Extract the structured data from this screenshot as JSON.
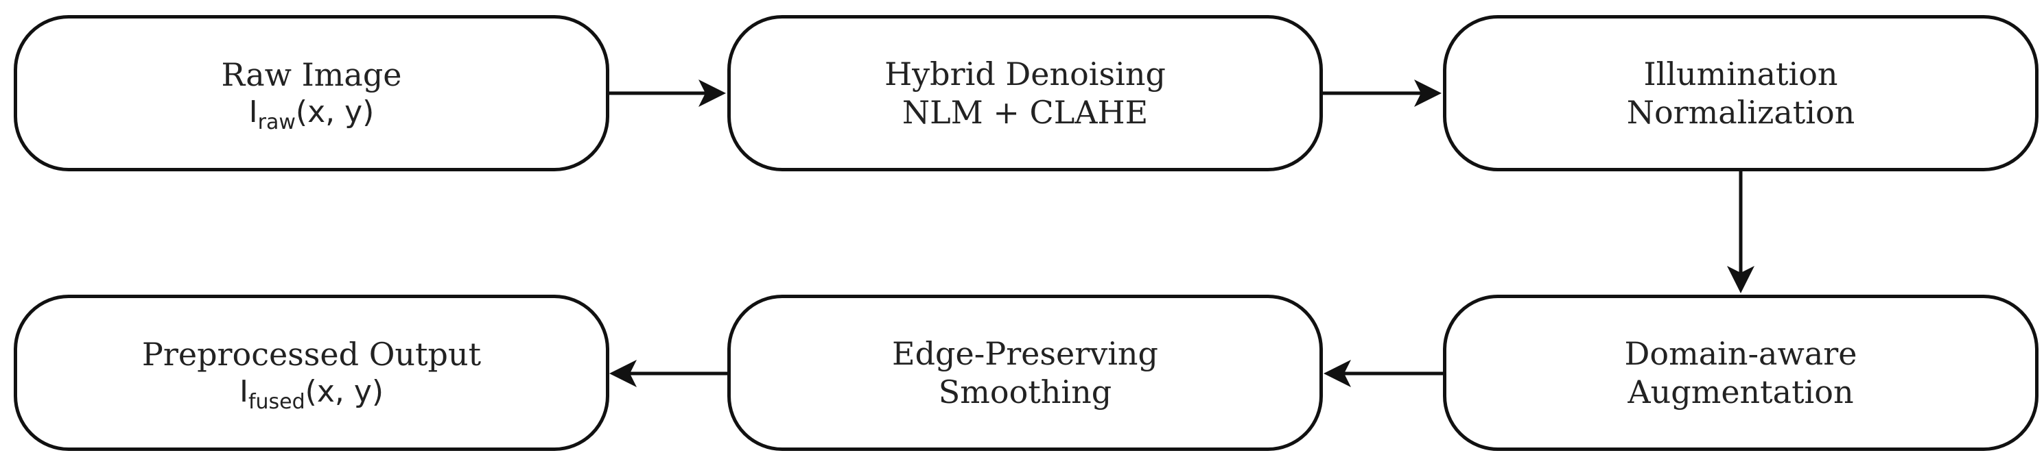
{
  "nodes": {
    "raw_image": {
      "title": "Raw Image",
      "symbol": "I",
      "subscript": "raw",
      "args": "(x, y)"
    },
    "hybrid_denoising": {
      "line1": "Hybrid Denoising",
      "line2": "NLM + CLAHE"
    },
    "illumination_normalization": {
      "line1": "Illumination",
      "line2": "Normalization"
    },
    "domain_aware_augmentation": {
      "line1": "Domain-aware",
      "line2": "Augmentation"
    },
    "edge_preserving_smoothing": {
      "line1": "Edge-Preserving",
      "line2": "Smoothing"
    },
    "preprocessed_output": {
      "title": "Preprocessed Output",
      "symbol": "I",
      "subscript": "fused",
      "args": "(x, y)"
    }
  },
  "colors": {
    "stroke": "#111111",
    "text": "#222222",
    "background": "#ffffff"
  }
}
